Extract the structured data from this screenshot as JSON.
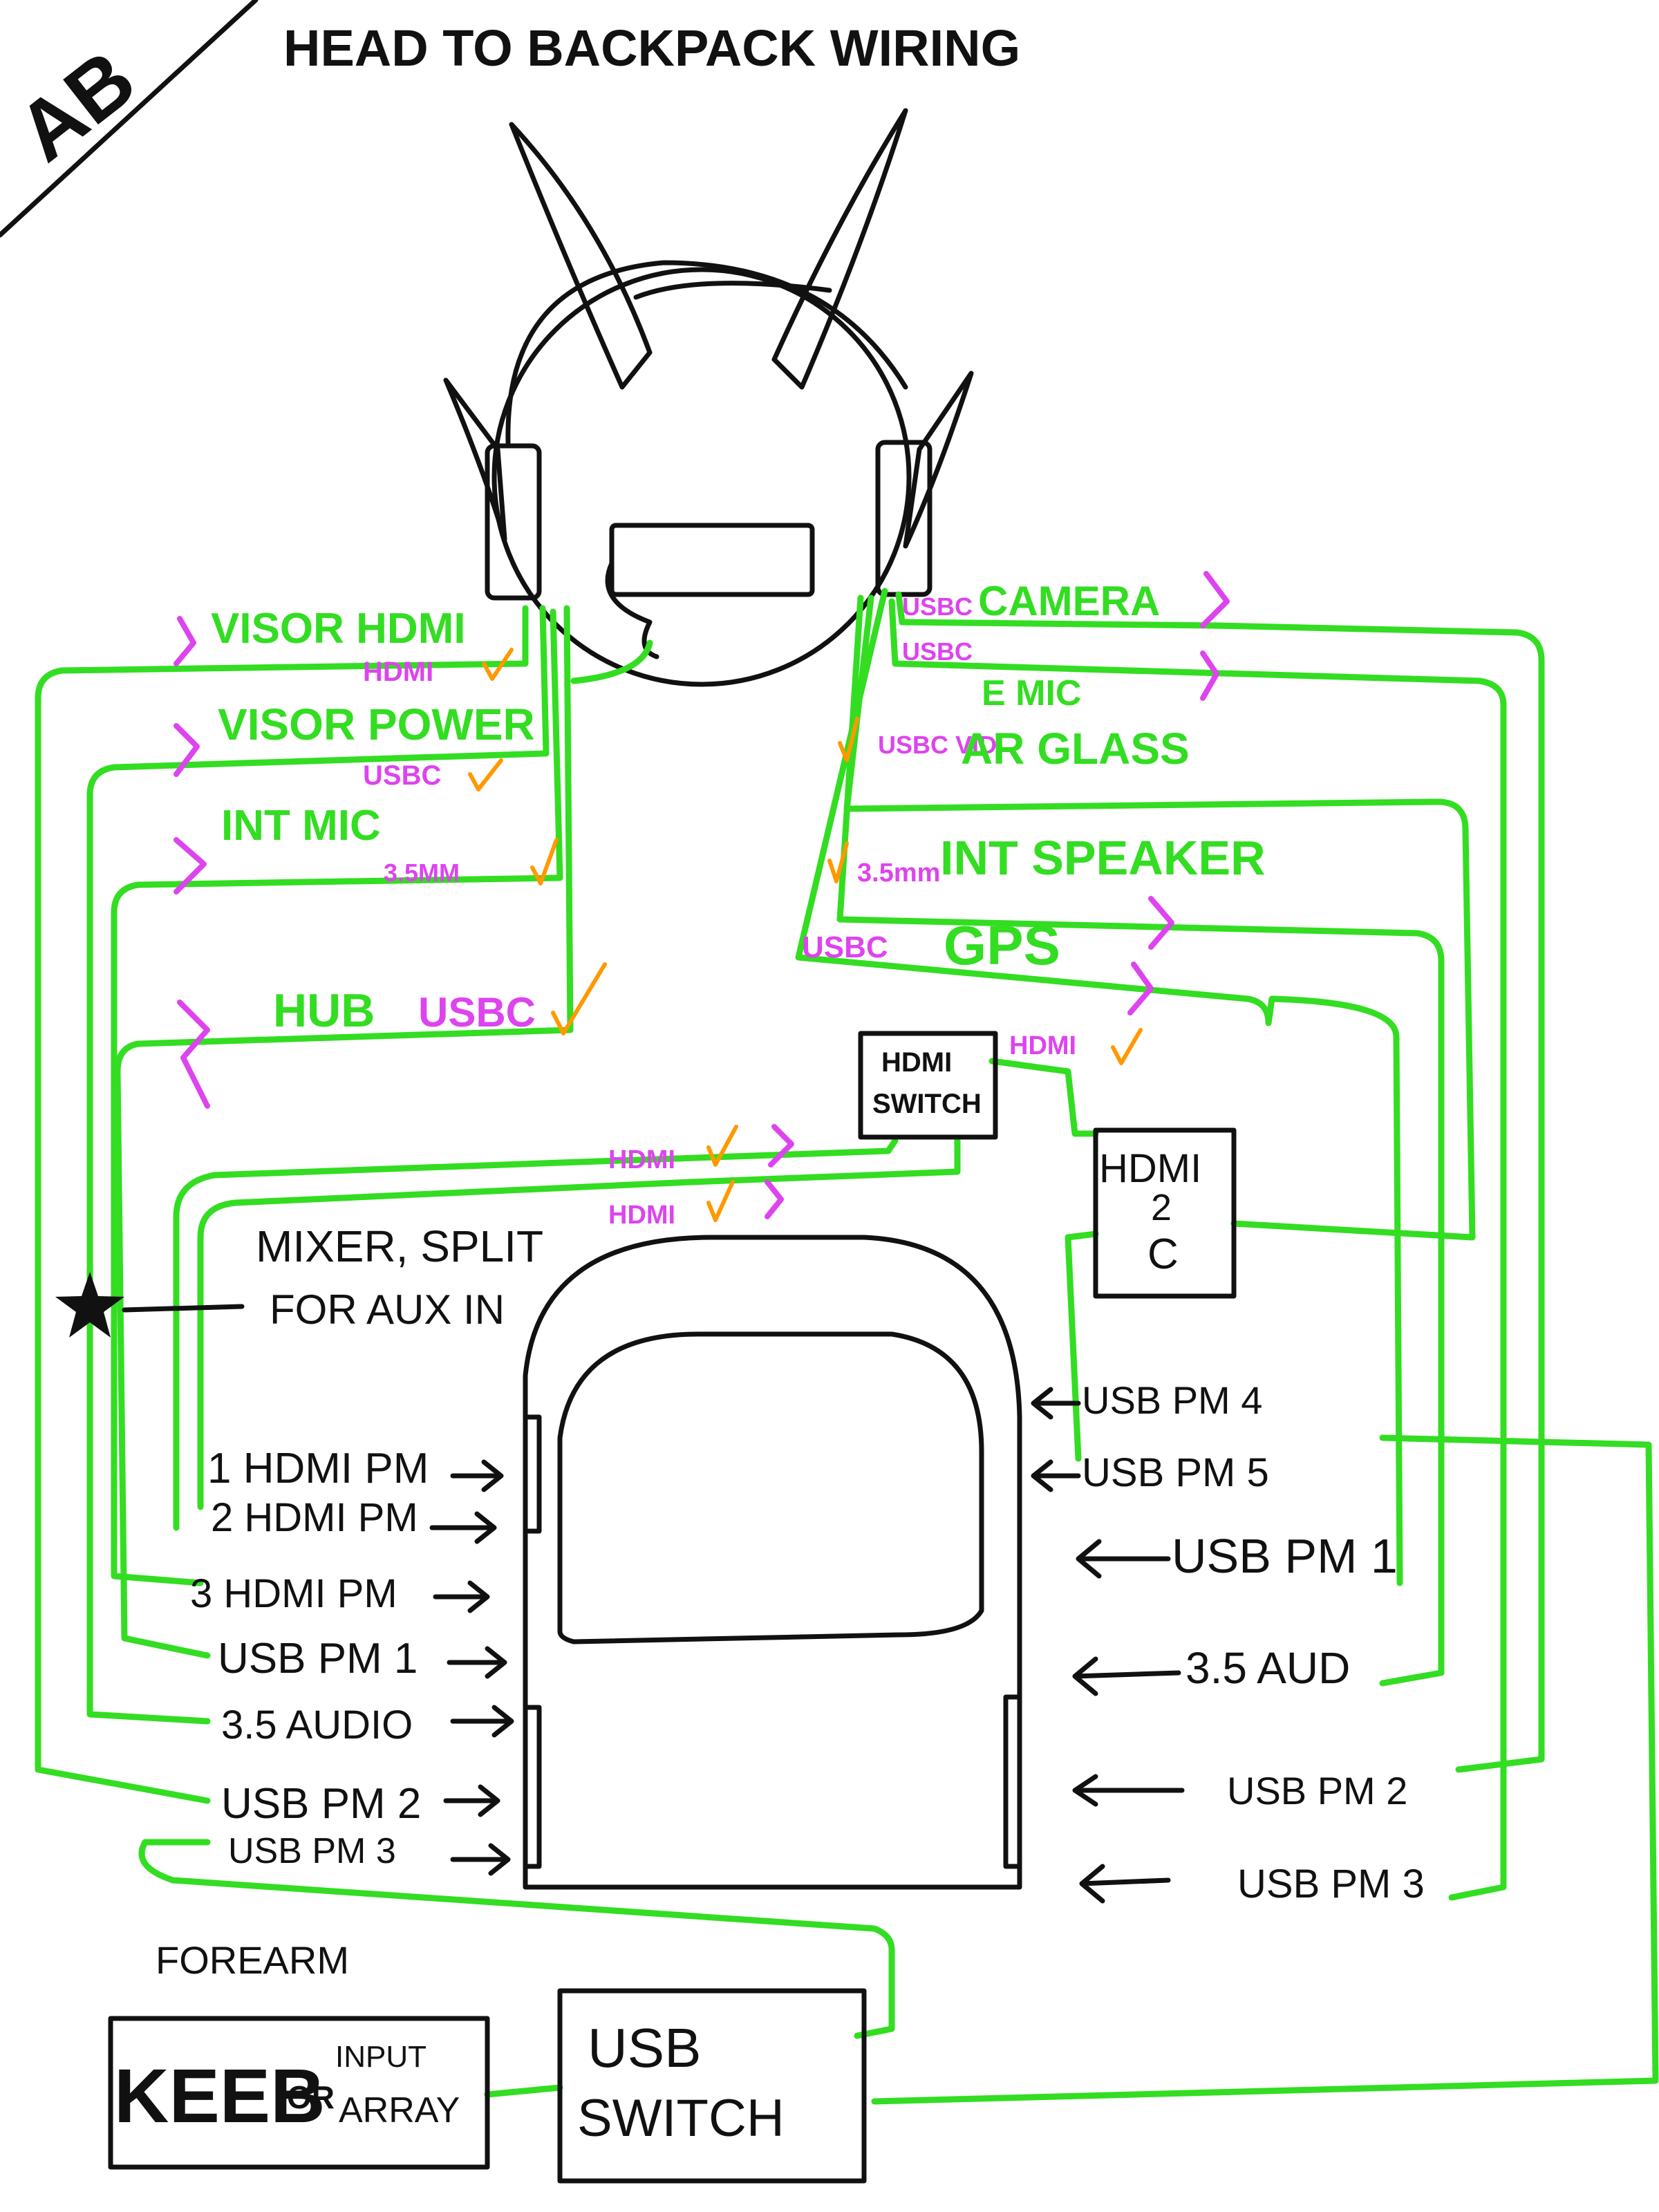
{
  "title": "HEAD TO BACKPACK WIRING",
  "initials": "AB",
  "colors": {
    "wire": "#33dd22",
    "connector_label": "#dd44ee",
    "check": "#ff9900",
    "ink": "#111111"
  },
  "head_left_labels": {
    "visor_hdmi": "VISOR HDMI",
    "hdmi": "HDMI",
    "visor_power": "VISOR POWER",
    "usbc_power": "USBC",
    "int_mic": "INT MIC",
    "mm35": "3.5MM",
    "hub": "HUB",
    "hub_usbc": "USBC"
  },
  "head_right_labels": {
    "camera_port": "USBC",
    "camera": "CAMERA",
    "emic_port": "USBC",
    "e_mic": "E MIC",
    "arglass_port": "USBC VID",
    "ar_glass": "AR GLASS",
    "speaker_port": "3.5mm",
    "int_speaker": "INT SPEAKER",
    "gps_port": "USBC",
    "gps": "GPS"
  },
  "hdmi_switch": {
    "line1": "HDMI",
    "line2": "SWITCH"
  },
  "hdmi_switch_out": "HDMI",
  "hdmi_ins": [
    "HDMI",
    "HDMI"
  ],
  "hdmi2c": {
    "line1": "HDMI",
    "line2": "2",
    "line3": "C"
  },
  "mixer": {
    "line1": "MIXER, SPLIT",
    "line2": "FOR AUX IN"
  },
  "left_ports": [
    "1 HDMI PM",
    "2 HDMI PM",
    "3 HDMI PM",
    "USB PM 1",
    "3.5 AUDIO",
    "USB PM 2",
    "USB PM 3"
  ],
  "right_ports": [
    "USB PM 4",
    "USB PM 5",
    "USB PM 1",
    "3.5 AUD",
    "USB PM 2",
    "USB PM 3"
  ],
  "forearm": "FOREARM",
  "keeb": {
    "main": "KEEB",
    "or": "OR",
    "alt1": "INPUT",
    "alt2": "ARRAY"
  },
  "usb_switch": {
    "line1": "USB",
    "line2": "SWITCH"
  }
}
